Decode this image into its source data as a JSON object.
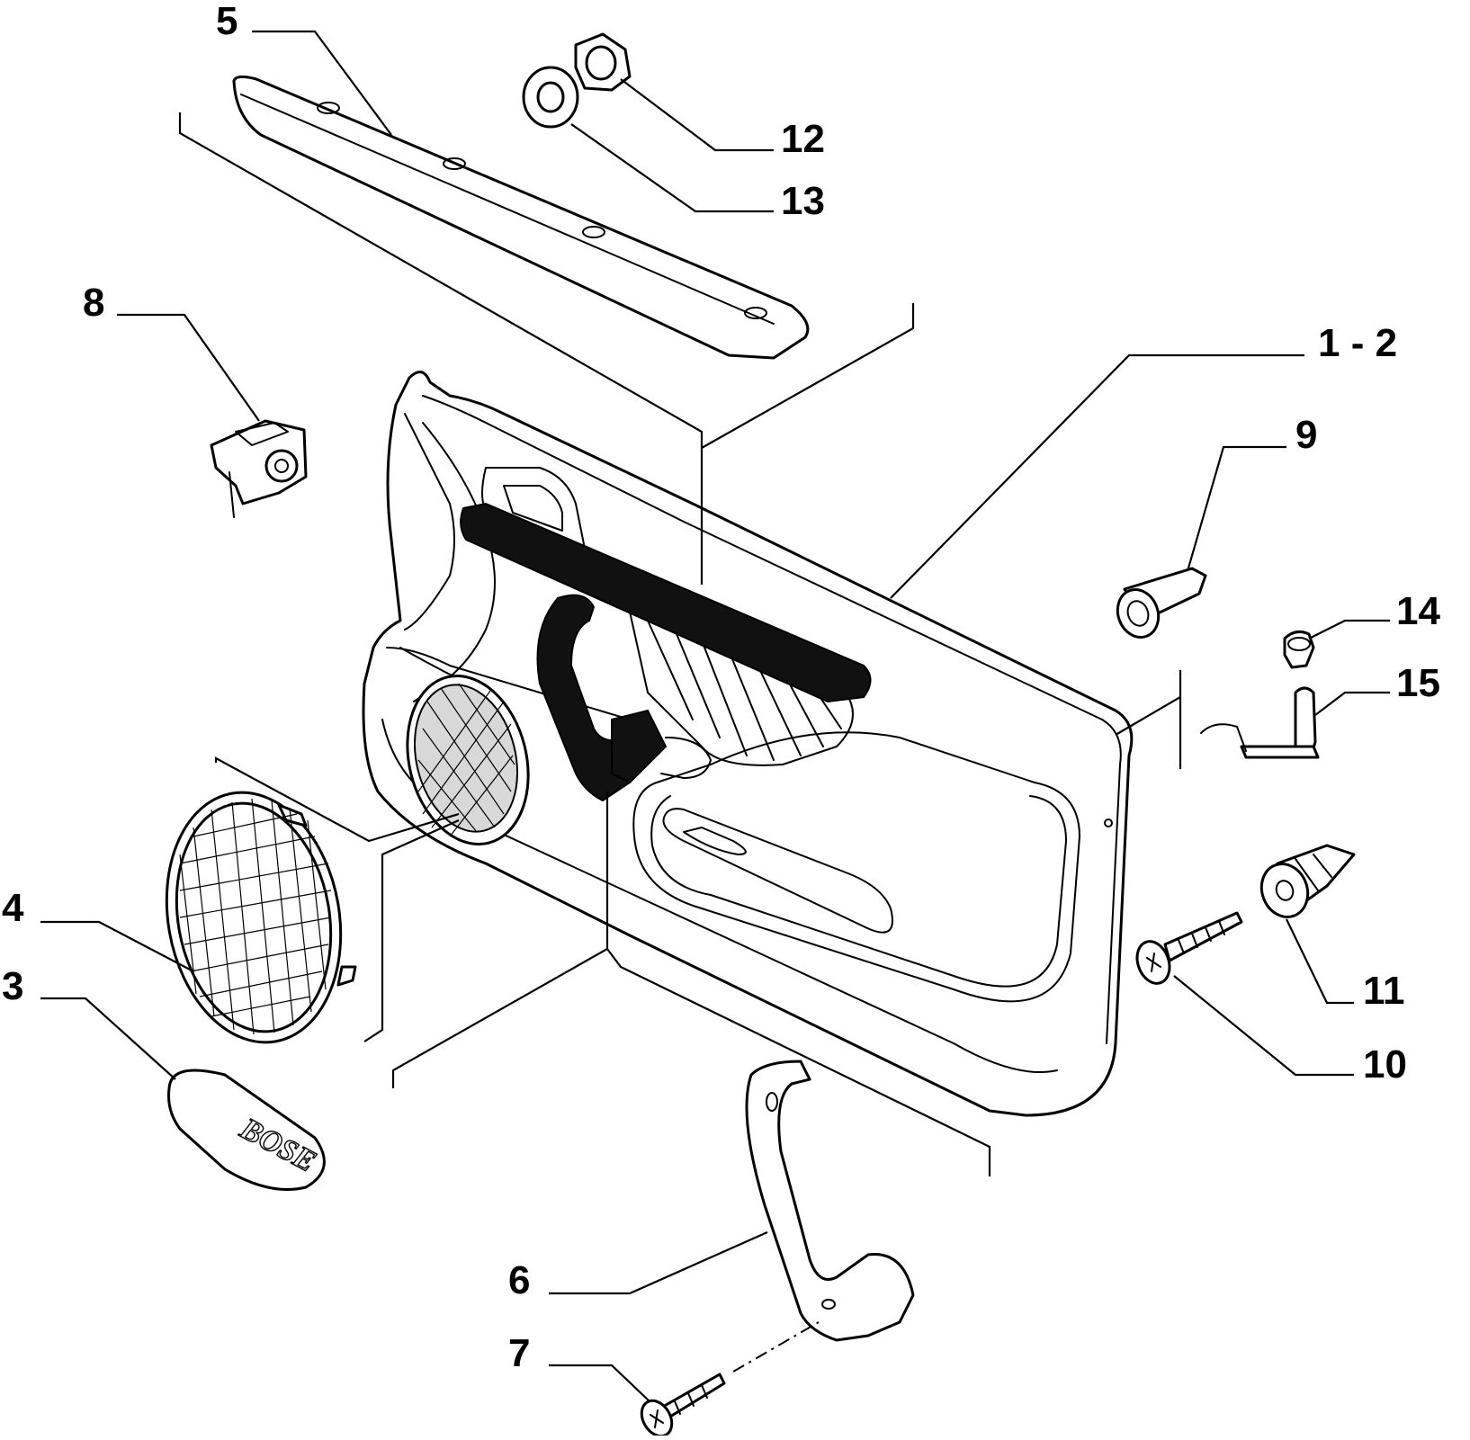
{
  "callouts": [
    {
      "id": "5",
      "label": "5"
    },
    {
      "id": "12",
      "label": "12"
    },
    {
      "id": "13",
      "label": "13"
    },
    {
      "id": "8",
      "label": "8"
    },
    {
      "id": "1-2",
      "label": "1 - 2"
    },
    {
      "id": "9",
      "label": "9"
    },
    {
      "id": "14",
      "label": "14"
    },
    {
      "id": "15",
      "label": "15"
    },
    {
      "id": "4",
      "label": "4"
    },
    {
      "id": "3",
      "label": "3"
    },
    {
      "id": "11",
      "label": "11"
    },
    {
      "id": "10",
      "label": "10"
    },
    {
      "id": "6",
      "label": "6"
    },
    {
      "id": "7",
      "label": "7"
    }
  ],
  "badge_text": "BOSE"
}
